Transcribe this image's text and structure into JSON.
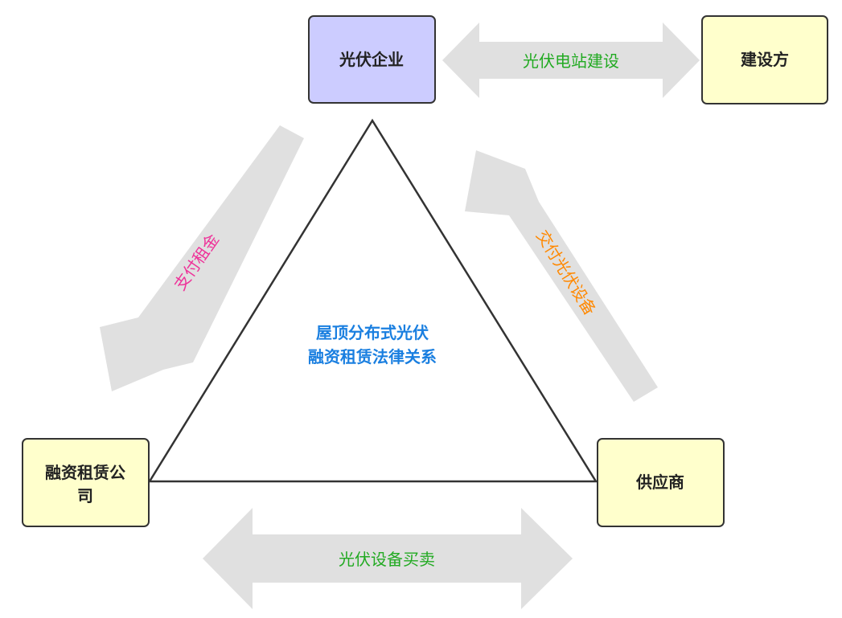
{
  "nodes": {
    "pv_enterprise": {
      "label": "光伏企业",
      "fill": "#ccccff"
    },
    "builder": {
      "label": "建设方",
      "fill": "#ffffcc"
    },
    "leasing_company": {
      "label_line1": "融资租赁公",
      "label_line2": "司",
      "fill": "#ffffcc"
    },
    "supplier": {
      "label": "供应商",
      "fill": "#ffffcc"
    }
  },
  "center": {
    "line1": "屋顶分布式光伏",
    "line2": "融资租赁法律关系",
    "color": "#1a7fe0"
  },
  "arrows": {
    "construction": {
      "label": "光伏电站建设",
      "color": "#22aa22"
    },
    "rent": {
      "label": "支付租金",
      "color": "#ee3399"
    },
    "delivery": {
      "label": "交付光伏设备",
      "color": "#ff8800"
    },
    "trade": {
      "label": "光伏设备买卖",
      "color": "#22aa22"
    }
  },
  "colors": {
    "arrow_fill": "#e0e0e0",
    "line": "#333333"
  }
}
